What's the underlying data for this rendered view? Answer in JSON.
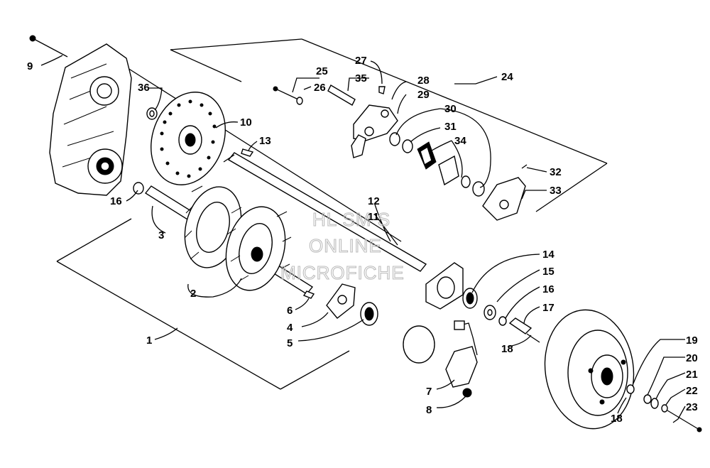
{
  "watermark": {
    "line1": "HL SM S",
    "line2": "ONLINE",
    "line3": "MICROFICHE"
  },
  "callouts": {
    "c1": "1",
    "c2": "2",
    "c3": "3",
    "c4": "4",
    "c5": "5",
    "c6": "6",
    "c7": "7",
    "c8": "8",
    "c9": "9",
    "c10": "10",
    "c11": "11",
    "c12": "12",
    "c13": "13",
    "c14": "14",
    "c15": "15",
    "c16a": "16",
    "c16b": "16",
    "c17": "17",
    "c18a": "18",
    "c18b": "18",
    "c18c": "18",
    "c19": "19",
    "c20": "20",
    "c21": "21",
    "c22": "22",
    "c23": "23",
    "c24": "24",
    "c25": "25",
    "c26": "26",
    "c27": "27",
    "c28": "28",
    "c29": "29",
    "c30": "30",
    "c31": "31",
    "c32": "32",
    "c33": "33",
    "c34": "34",
    "c35": "35",
    "c36": "36"
  }
}
